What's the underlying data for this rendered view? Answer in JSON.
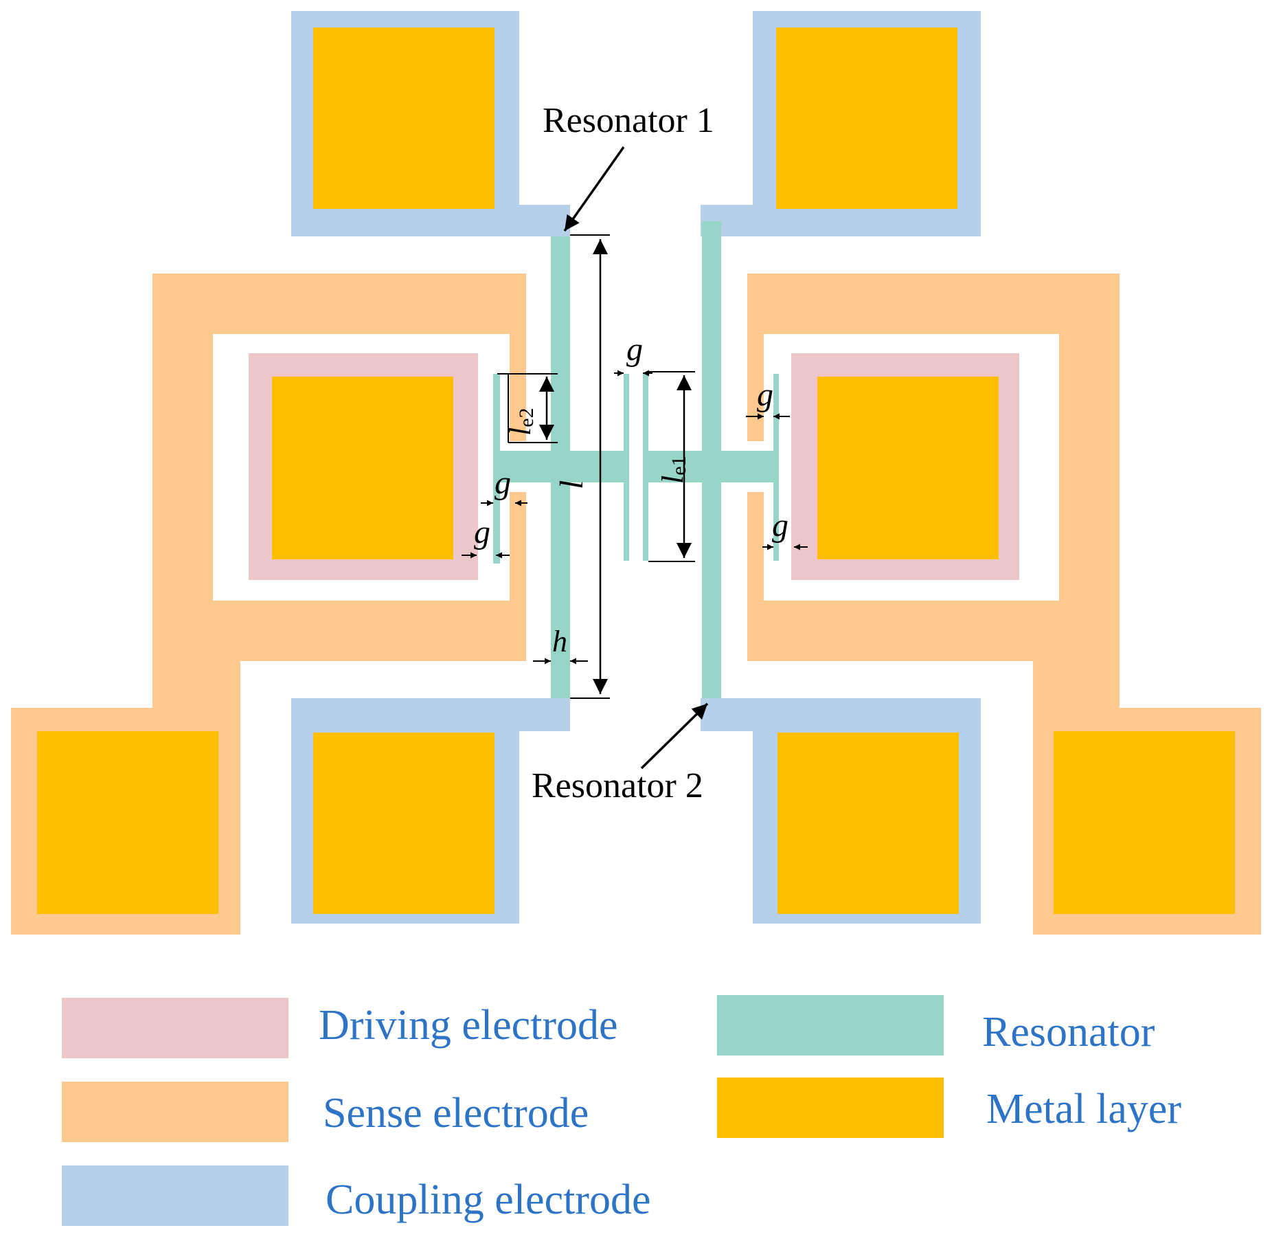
{
  "colors": {
    "driving": "#ecc6c8",
    "sense": "#fec98f",
    "coupling": "#b6d0ea",
    "resonator": "#96d5c8",
    "metal": "#fdbe00",
    "legend_text": "#2e74c6"
  },
  "callouts": {
    "resonator1": "Resonator 1",
    "resonator2": "Resonator 2"
  },
  "dimensions": {
    "g": "g",
    "h": "h",
    "l": "l",
    "le_base": "l",
    "le1_sub": "e1",
    "le2_sub": "e2"
  },
  "legend": {
    "driving": "Driving electrode",
    "sense": "Sense electrode",
    "coupling": "Coupling electrode",
    "resonator": "Resonator",
    "metal": "Metal layer"
  }
}
